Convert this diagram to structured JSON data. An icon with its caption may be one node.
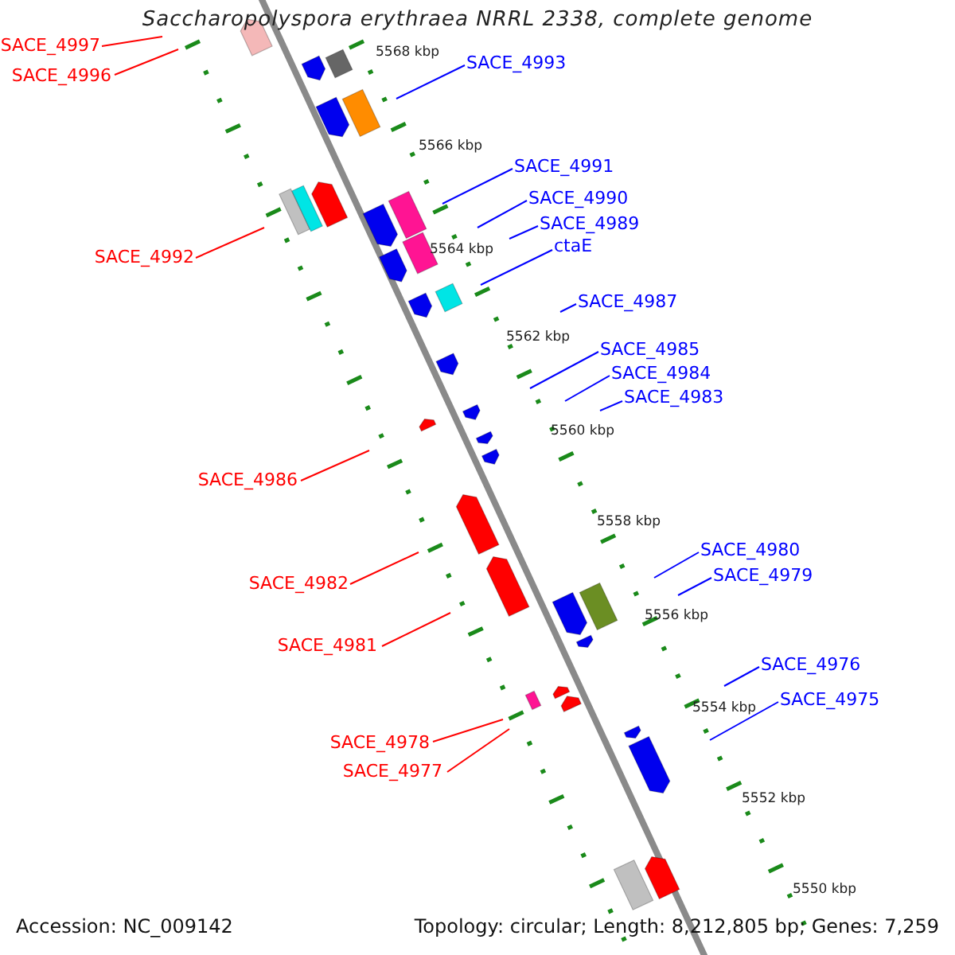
{
  "diagram": {
    "title": "Saccharopolyspora erythraea NRRL 2338, complete genome",
    "nodes": [
      {
        "text": [
          "SACE_4997"
        ]
      },
      {
        "text": [
          "SACE_4993"
        ]
      },
      {
        "text": [
          "SACE_4996"
        ]
      },
      {
        "text": [
          "SACE_4991"
        ]
      },
      {
        "text": [
          "SACE_4990"
        ]
      },
      {
        "text": [
          "SACE_4989"
        ]
      },
      {
        "text": [
          "ctaE"
        ]
      },
      {
        "text": [
          "SACE_4992"
        ]
      },
      {
        "text": [
          "SACE_4987"
        ]
      },
      {
        "text": [
          "SACE_4985"
        ]
      },
      {
        "text": [
          "SACE_4984"
        ]
      },
      {
        "text": [
          "SACE_4983"
        ]
      },
      {
        "text": [
          "SACE_4986"
        ]
      },
      {
        "text": [
          "SACE_4980"
        ]
      },
      {
        "text": [
          "SACE_4979"
        ]
      },
      {
        "text": [
          "SACE_4982"
        ]
      },
      {
        "text": [
          "SACE_4981"
        ]
      },
      {
        "text": [
          "SACE_4976"
        ]
      },
      {
        "text": [
          "SACE_4975"
        ]
      },
      {
        "text": [
          "SACE_4978"
        ]
      },
      {
        "text": [
          "SACE_4977"
        ]
      }
    ],
    "edges": [
      {
        "from": 0,
        "to": null,
        "arrow": "none",
        "color": "#ff0000"
      },
      {
        "from": 1,
        "to": null,
        "arrow": "none"
      },
      {
        "from": 2,
        "to": null,
        "arrow": "none",
        "color": "#ff0000"
      },
      {
        "from": 3,
        "to": null,
        "arrow": "none"
      },
      {
        "from": 4,
        "to": null,
        "arrow": "none"
      },
      {
        "from": 5,
        "to": null,
        "arrow": "none"
      },
      {
        "from": 6,
        "to": null,
        "arrow": "none"
      },
      {
        "from": 7,
        "to": null,
        "arrow": "none",
        "color": "#ff0000"
      },
      {
        "from": 8,
        "to": null,
        "arrow": "none"
      },
      {
        "from": 9,
        "to": null,
        "arrow": "none"
      },
      {
        "from": 10,
        "to": null,
        "arrow": "none"
      },
      {
        "from": 11,
        "to": null,
        "arrow": "none"
      },
      {
        "from": 12,
        "to": null,
        "arrow": "none",
        "color": "#ff0000"
      },
      {
        "from": 13,
        "to": null,
        "arrow": "none"
      },
      {
        "from": 14,
        "to": null,
        "arrow": "none"
      },
      {
        "from": 15,
        "to": null,
        "arrow": "none",
        "color": "#ff0000"
      },
      {
        "from": 16,
        "to": null,
        "arrow": "none",
        "color": "#ff0000"
      },
      {
        "from": 17,
        "to": null,
        "arrow": "none"
      },
      {
        "from": 18,
        "to": null,
        "arrow": "none"
      },
      {
        "from": 19,
        "to": null,
        "arrow": "none",
        "color": "#ff0000"
      },
      {
        "from": 20,
        "to": null,
        "arrow": "none",
        "color": "#ff0000"
      }
    ],
    "labels": [
      "5568 kbp",
      "5566 kbp",
      "5564 kbp",
      "5562 kbp",
      "5560 kbp",
      "5558 kbp",
      "5556 kbp",
      "5554 kbp",
      "5552 kbp",
      "5550 kbp",
      "Accession: NC_009142",
      "Topology: circular; Length: 8,212,805 bp; Genes: 7,259"
    ]
  }
}
